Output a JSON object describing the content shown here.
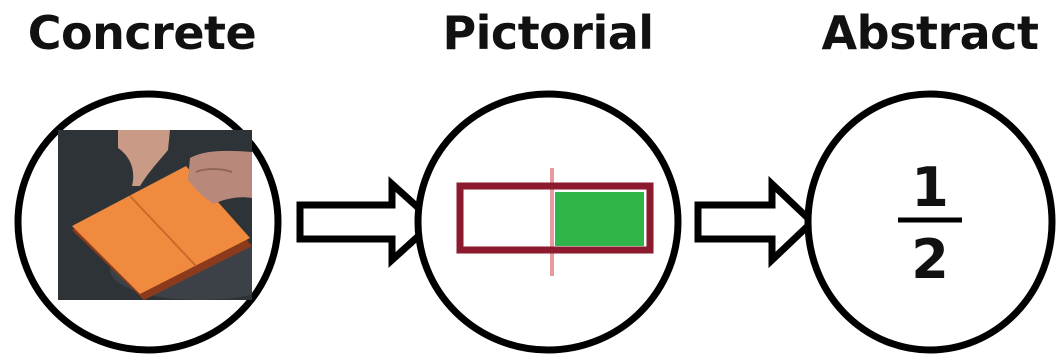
{
  "stages": [
    {
      "title": "Concrete"
    },
    {
      "title": "Pictorial"
    },
    {
      "title": "Abstract"
    }
  ],
  "pictorial": {
    "shaded_fraction": 0.5,
    "bar_outline_color": "#8b1a2e",
    "shade_color": "#2fb54a"
  },
  "abstract": {
    "numerator": "1",
    "denominator": "2"
  },
  "concrete": {
    "paper_color": "#f08a3e",
    "table_color": "#2e3338"
  }
}
